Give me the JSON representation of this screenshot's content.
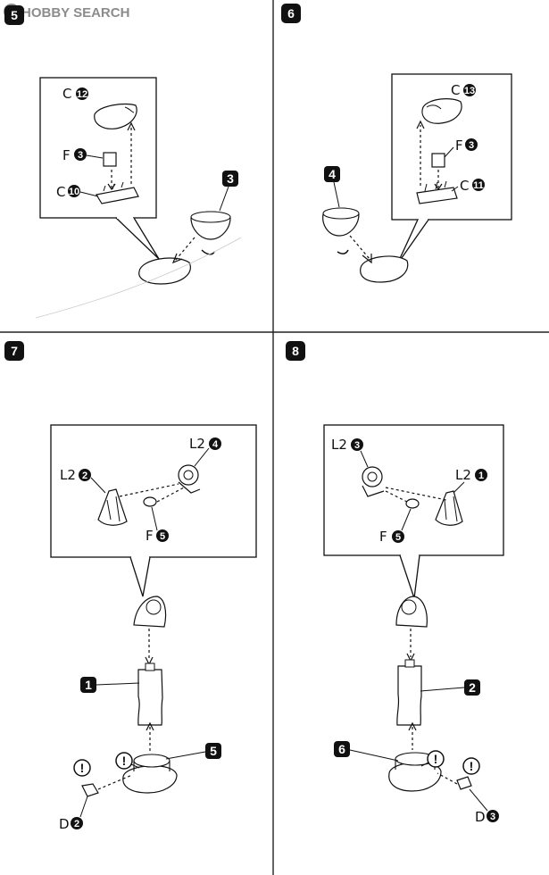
{
  "watermark": "HOBBY SEARCH",
  "steps": [
    {
      "number": "5",
      "inset_parts": [
        {
          "label": "C",
          "num": "12"
        },
        {
          "label": "F",
          "num": "3"
        },
        {
          "label": "C",
          "num": "10"
        }
      ],
      "outside_part": "3"
    },
    {
      "number": "6",
      "inset_parts": [
        {
          "label": "C",
          "num": "13"
        },
        {
          "label": "F",
          "num": "3"
        },
        {
          "label": "C",
          "num": "11"
        }
      ],
      "outside_part": "4"
    },
    {
      "number": "7",
      "inset_parts": [
        {
          "label": "L2",
          "num": "2"
        },
        {
          "label": "L2",
          "num": "4"
        },
        {
          "label": "F",
          "num": "5"
        }
      ],
      "body_part": "1",
      "base_part": "5",
      "peg_part": {
        "label": "D",
        "num": "2"
      },
      "caution": "!"
    },
    {
      "number": "8",
      "inset_parts": [
        {
          "label": "L2",
          "num": "3"
        },
        {
          "label": "L2",
          "num": "1"
        },
        {
          "label": "F",
          "num": "5"
        }
      ],
      "body_part": "2",
      "base_part": "6",
      "peg_part": {
        "label": "D",
        "num": "3"
      },
      "caution": "!"
    }
  ]
}
